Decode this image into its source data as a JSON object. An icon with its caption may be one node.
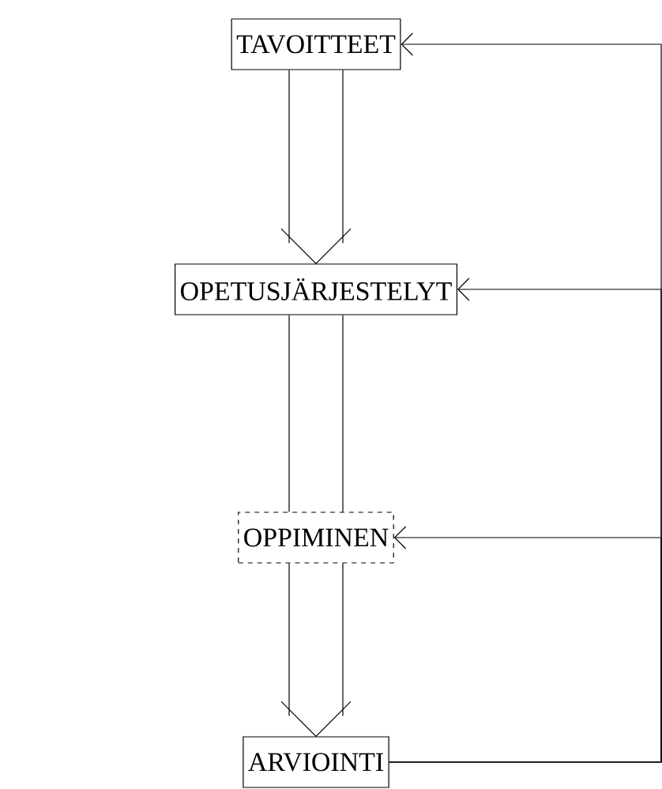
{
  "diagram": {
    "nodes": [
      {
        "text": [
          "TAVOITTEET"
        ]
      },
      {
        "text": [
          "OPETUSJÄRJESTELYT"
        ]
      },
      {
        "text": [
          "OPPIMINEN"
        ]
      },
      {
        "text": [
          "ARVIOINTI"
        ]
      }
    ],
    "edges": [
      {
        "from": 0,
        "to": 1,
        "arrow": "to"
      },
      {
        "from": 1,
        "to": 2,
        "arrow": "none"
      },
      {
        "from": 2,
        "to": 3,
        "arrow": "to"
      },
      {
        "from": 3,
        "to": 0,
        "arrow": "to"
      },
      {
        "from": 3,
        "to": 1,
        "arrow": "to"
      },
      {
        "from": 3,
        "to": 2,
        "arrow": "to"
      }
    ]
  }
}
